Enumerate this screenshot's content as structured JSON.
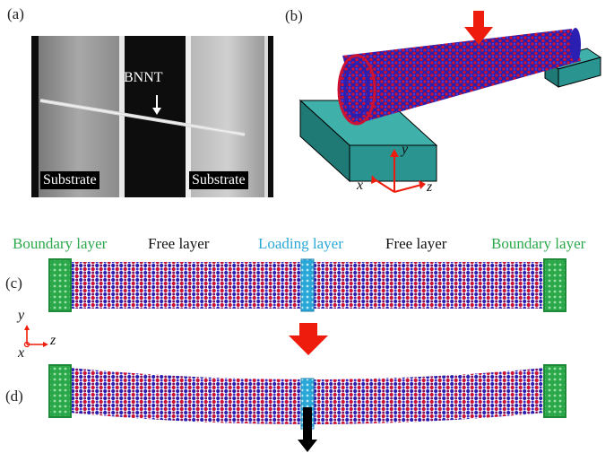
{
  "panels": {
    "a": "(a)",
    "b": "(b)",
    "c": "(c)",
    "d": "(d)"
  },
  "micrograph": {
    "bnnt_label": "BNNT",
    "substrate_left": "Substrate",
    "substrate_right": "Substrate"
  },
  "axes_b": {
    "x": "x",
    "y": "y",
    "z": "z"
  },
  "axes_c": {
    "x": "x",
    "y": "y",
    "z": "z"
  },
  "layers": {
    "boundary_left": "Boundary layer",
    "free_left": "Free layer",
    "loading": "Loading layer",
    "free_right": "Free layer",
    "boundary_right": "Boundary layer"
  },
  "colors": {
    "atom_b": "#cc1133",
    "atom_n": "#2a1fb0",
    "boundary": "#2aa84a",
    "loading": "#29a8d8",
    "arrow": "#ee1c0c",
    "substrate_block": "#2a9590"
  }
}
